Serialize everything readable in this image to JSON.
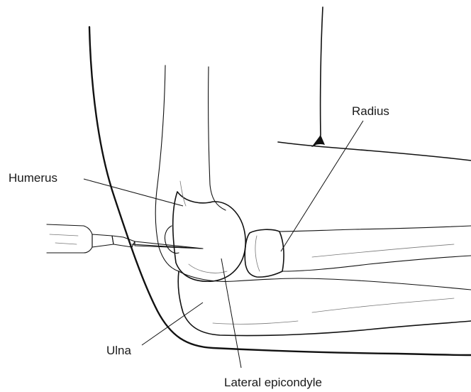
{
  "labels": {
    "radius": "Radius",
    "humerus": "Humerus",
    "ulna": "Ulna",
    "lateral_epicondyle": "Lateral epicondyle"
  }
}
